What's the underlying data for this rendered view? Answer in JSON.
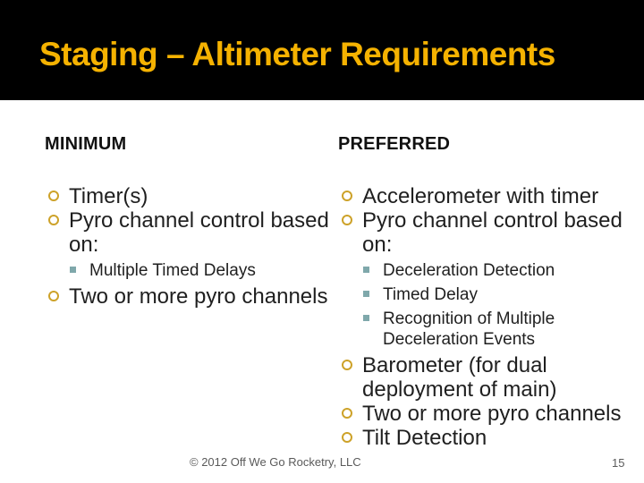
{
  "slide": {
    "title": "Staging – Altimeter Requirements"
  },
  "colors": {
    "header_bg": "#000000",
    "title": "#F5B201",
    "bullet_ring": "#CDA229",
    "bullet_square": "#7FA8AB",
    "body_text": "#1F1F1F",
    "footer_text": "#5A5A5A"
  },
  "columns": [
    {
      "heading": "MINIMUM",
      "items": [
        {
          "level": 1,
          "text": "Timer(s)"
        },
        {
          "level": 1,
          "text": "Pyro channel control based on:"
        },
        {
          "level": 2,
          "text": "Multiple Timed Delays"
        },
        {
          "level": 1,
          "text": "Two or more pyro channels"
        }
      ]
    },
    {
      "heading": "PREFERRED",
      "items": [
        {
          "level": 1,
          "text": "Accelerometer with timer"
        },
        {
          "level": 1,
          "text": "Pyro channel control based on:"
        },
        {
          "level": 2,
          "text": "Deceleration Detection"
        },
        {
          "level": 2,
          "text": "Timed Delay"
        },
        {
          "level": 2,
          "text": "Recognition of Multiple Deceleration Events"
        },
        {
          "level": 1,
          "text": "Barometer (for dual deployment of main)"
        },
        {
          "level": 1,
          "text": "Two or more pyro channels"
        },
        {
          "level": 1,
          "text": "Tilt Detection"
        }
      ]
    }
  ],
  "footer": {
    "copyright": "© 2012 Off We Go Rocketry, LLC",
    "page_number": "15"
  }
}
